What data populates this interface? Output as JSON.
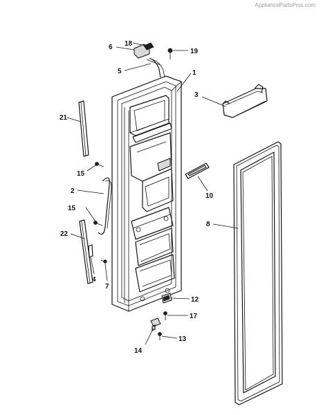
{
  "watermark": "AppliancePartsPros.com",
  "callouts": {
    "c1": "1",
    "c2": "2",
    "c3": "3",
    "c4": "4",
    "c5": "5",
    "c6": "6",
    "c7": "7",
    "c8": "8",
    "c10": "10",
    "c12": "12",
    "c13": "13",
    "c14": "14",
    "c15a": "15",
    "c15b": "15",
    "c17": "17",
    "c18": "18",
    "c19": "19",
    "c21": "21",
    "c22": "22"
  }
}
